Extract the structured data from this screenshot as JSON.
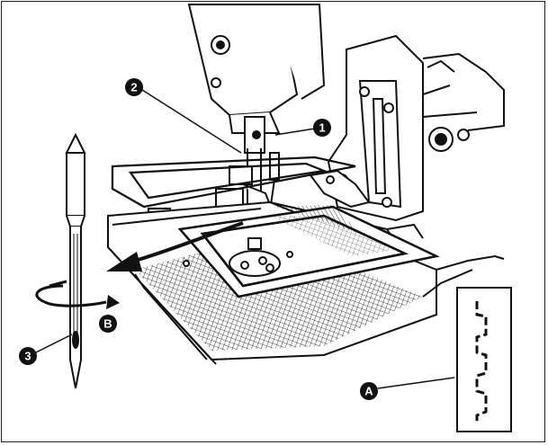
{
  "callouts": {
    "one": "1",
    "two": "2",
    "three": "3",
    "a": "A",
    "b": "B"
  },
  "colors": {
    "ink": "#111111",
    "paper": "#ffffff",
    "frame": "#222222"
  },
  "icons": [
    "sewing-machine-illustration",
    "needle-icon",
    "rotation-arrow-icon",
    "stitch-pattern-icon"
  ]
}
